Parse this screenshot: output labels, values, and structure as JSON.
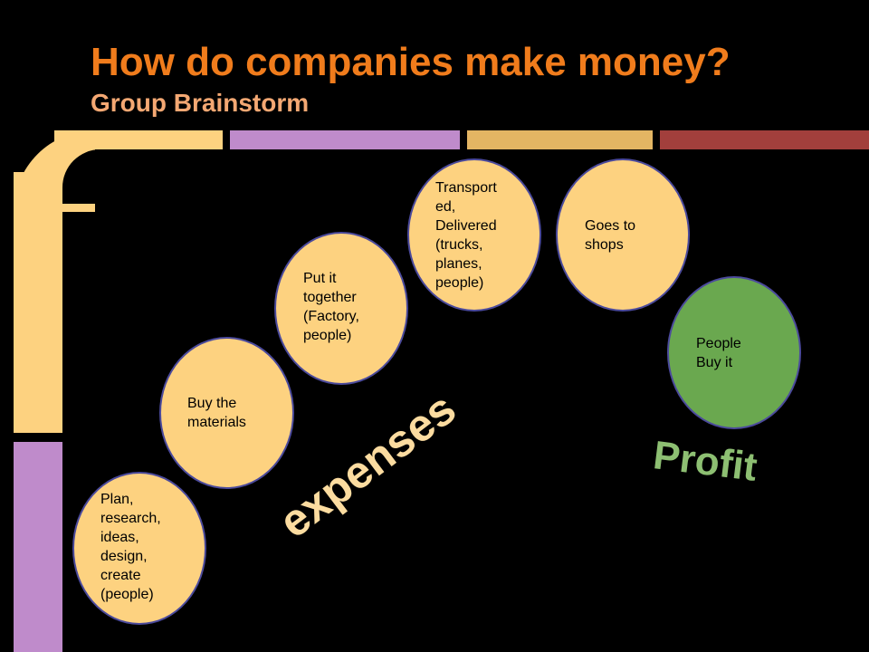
{
  "slide": {
    "title": "How do companies make money?",
    "subtitle": "Group Brainstorm"
  },
  "colors": {
    "title": "#f07c1c",
    "subtitle": "#f4a873",
    "bar_yellow": "#fdd280",
    "bar_purple": "#bf8bcb",
    "bar_gold": "#e3b563",
    "bar_red": "#a23f3c",
    "node_yellow": "#fdd280",
    "node_green": "#6aa84f",
    "node_border": "#4b4a9c",
    "expenses_text": "#fcdca0",
    "profit_text": "#8dbf72"
  },
  "steps": [
    {
      "id": "plan",
      "label": "Plan,\nresearch,\nideas,\ndesign,\ncreate\n(people)"
    },
    {
      "id": "materials",
      "label": "Buy the\nmaterials"
    },
    {
      "id": "assemble",
      "label": "Put it\ntogether\n(Factory,\npeople)"
    },
    {
      "id": "transport",
      "label": "Transport\ned,\nDelivered\n(trucks,\nplanes,\npeople)"
    },
    {
      "id": "shops",
      "label": "Goes to\nshops"
    },
    {
      "id": "buy",
      "label": "People\nBuy it"
    }
  ],
  "annotations": {
    "expenses": "expenses",
    "profit": "Profit"
  }
}
